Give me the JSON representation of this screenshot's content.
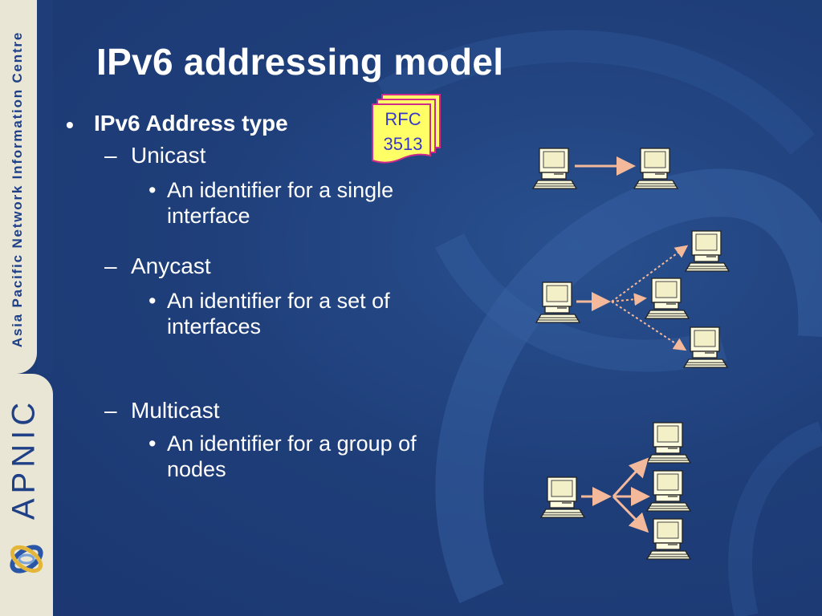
{
  "sidebar": {
    "org_name": "Asia Pacific Network Information Centre",
    "brand": "APNIC"
  },
  "slide": {
    "title": "IPv6 addressing model",
    "bullet_main": "IPv6 Address type",
    "bullet_marker": "•",
    "rfc_badge": {
      "line1": "RFC",
      "line2": "3513"
    },
    "sections": [
      {
        "label": "Unicast",
        "dash": "–",
        "sub_marker": "•",
        "desc_line1": "An identifier for a single",
        "desc_line2": "interface"
      },
      {
        "label": "Anycast",
        "dash": "–",
        "sub_marker": "•",
        "desc_line1": "An identifier for a set of",
        "desc_line2": "interfaces"
      },
      {
        "label": "Multicast",
        "dash": "–",
        "sub_marker": "•",
        "desc_line1": "An identifier for a group of",
        "desc_line2": "nodes"
      }
    ]
  },
  "colors": {
    "background": "#1f3f7a",
    "sidebar": "#e9e6d6",
    "text": "#ffffff",
    "arrow": "#f4b99a",
    "rfc_paper": "#ffff66",
    "rfc_border": "#cc2a8c"
  }
}
